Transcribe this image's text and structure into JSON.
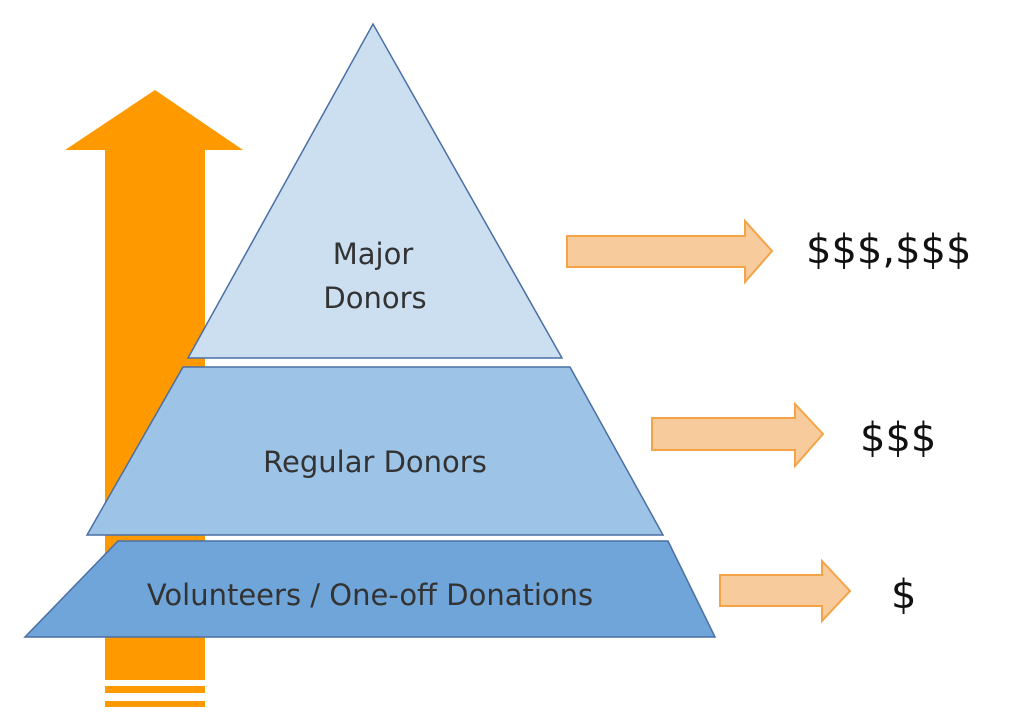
{
  "colors": {
    "growth_arrow": "#FF9900",
    "tier_top": "#CCDFF1",
    "tier_middle": "#9DC3E6",
    "tier_bottom": "#6FA5D8",
    "tier_stroke": "#4A6FA5",
    "value_arrow_fill": "#F8CB9C",
    "value_arrow_stroke": "#F4A347"
  },
  "tiers": [
    {
      "label_lines": [
        "Major",
        "Donors"
      ],
      "amount": "$$$,$$$"
    },
    {
      "label_lines": [
        "Regular Donors"
      ],
      "amount": "$$$"
    },
    {
      "label_lines": [
        "Volunteers / One-off Donations"
      ],
      "amount": "$"
    }
  ]
}
